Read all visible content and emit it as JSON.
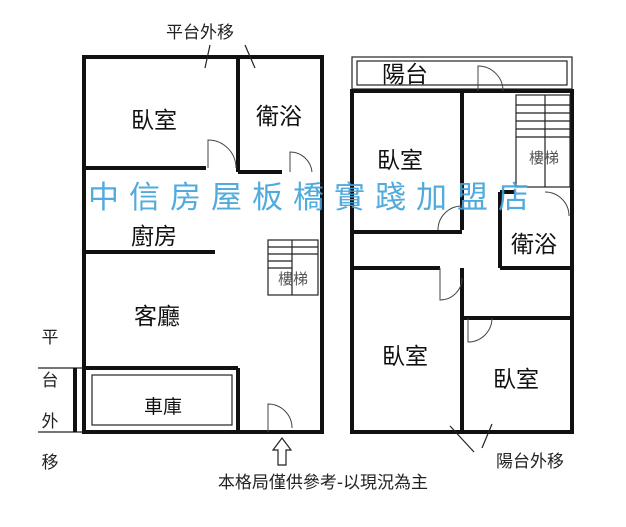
{
  "floor_left": {
    "top_note": "平台外移",
    "side_note": [
      "平",
      "台",
      "外",
      "移"
    ],
    "rooms": {
      "bedroom": "臥室",
      "bathroom": "衛浴",
      "kitchen": "廚房",
      "living_room": "客廳",
      "stairs": "樓梯",
      "garage": "車庫"
    }
  },
  "floor_right": {
    "balcony": "陽台",
    "rooms": {
      "bedroom_top": "臥室",
      "stairs": "樓梯",
      "bathroom": "衛浴",
      "bedroom_bottom_left": "臥室",
      "bedroom_bottom_right": "臥室"
    },
    "bottom_note": "陽台外移"
  },
  "watermark": "中信房屋板橋實踐加盟店",
  "caption": "本格局僅供參考-以現況為主",
  "colors": {
    "watermark": "#3fa2d9",
    "walls": "#111111"
  }
}
